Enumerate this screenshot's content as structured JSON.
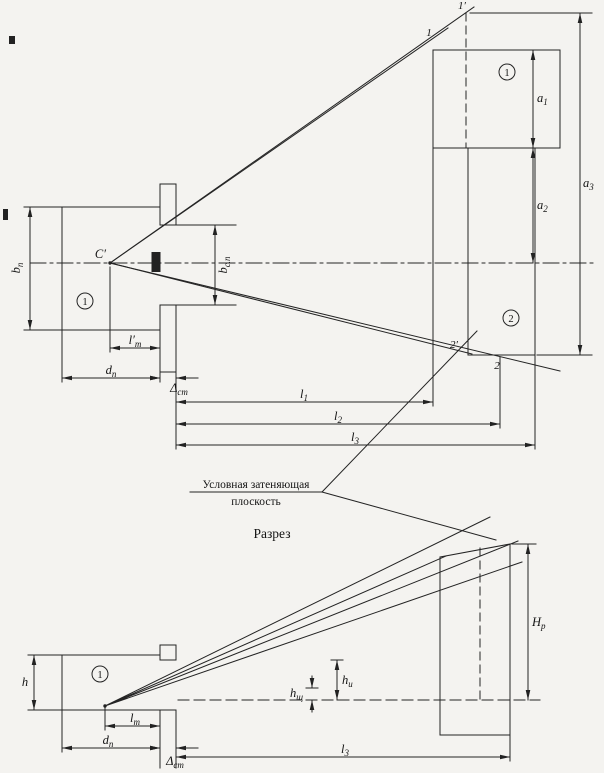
{
  "drawing": {
    "background": "#f4f3f0",
    "ink": "#242424"
  },
  "annotations": {
    "shading_plane_label_line1": "Условная затеняющая",
    "shading_plane_label_line2": "плоскость",
    "section_title": "Разрез"
  },
  "plan": {
    "focal_point_label": "C′",
    "points": {
      "p1": "1",
      "p1_prime": "1′",
      "p2": "2",
      "p2_prime": "2′"
    },
    "zones": {
      "room": "1",
      "screen_upper": "1",
      "screen_lower": "2"
    },
    "dims": {
      "b_p": {
        "base": "b",
        "sub": "п"
      },
      "b_sp": {
        "base": "b",
        "sub": "с.п"
      },
      "l_t": {
        "base": "l′",
        "sub": "т"
      },
      "d_p": {
        "base": "d",
        "sub": "п"
      },
      "d_st": {
        "base": "Δ",
        "sub": "ст"
      },
      "l1": {
        "base": "l",
        "sub": "1"
      },
      "l2": {
        "base": "l",
        "sub": "2"
      },
      "l3": {
        "base": "l",
        "sub": "3"
      },
      "a1": {
        "base": "a",
        "sub": "1"
      },
      "a2": {
        "base": "a",
        "sub": "2"
      },
      "a3": {
        "base": "a",
        "sub": "3"
      }
    }
  },
  "section": {
    "zones": {
      "room": "1"
    },
    "dims": {
      "h": {
        "base": "h",
        "sub": ""
      },
      "l_t": {
        "base": "l",
        "sub": "т"
      },
      "d_p": {
        "base": "d",
        "sub": "п"
      },
      "d_st": {
        "base": "Δ",
        "sub": "ст"
      },
      "h_i": {
        "base": "h",
        "sub": "и"
      },
      "h_sch": {
        "base": "h",
        "sub": "щ"
      },
      "H_r": {
        "base": "H",
        "sub": "р"
      },
      "l3": {
        "base": "l",
        "sub": "3"
      }
    }
  }
}
